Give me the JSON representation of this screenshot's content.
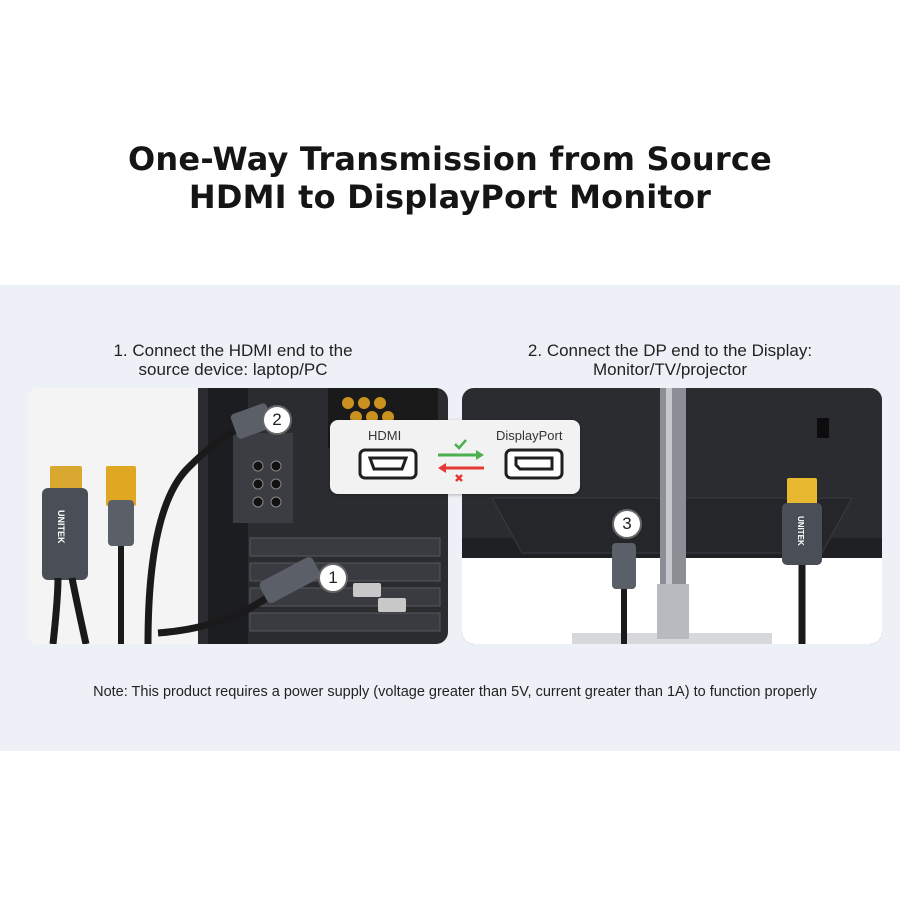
{
  "title": {
    "line1": "One-Way Transmission from Source",
    "line2": "HDMI to DisplayPort Monitor"
  },
  "steps": [
    {
      "line1": "1. Connect the HDMI end to the",
      "line2": "source device: laptop/PC"
    },
    {
      "line1": "2. Connect the DP end to the Display:",
      "line2": "Monitor/TV/projector"
    }
  ],
  "callout": {
    "left_label": "HDMI",
    "right_label": "DisplayPort",
    "allowed_icon": "check-icon",
    "blocked_icon": "cross-icon"
  },
  "markers": {
    "one": "1",
    "two": "2",
    "three": "3"
  },
  "brand": "UNITEK",
  "note": "Note: This product requires a power supply (voltage greater than 5V, current greater than 1A) to function properly",
  "colors": {
    "panel_bg": "#edf0f6",
    "check": "#4caf50",
    "cross": "#e53935",
    "dp_plug": "#e8b830",
    "usb_plug": "#e0a820"
  }
}
